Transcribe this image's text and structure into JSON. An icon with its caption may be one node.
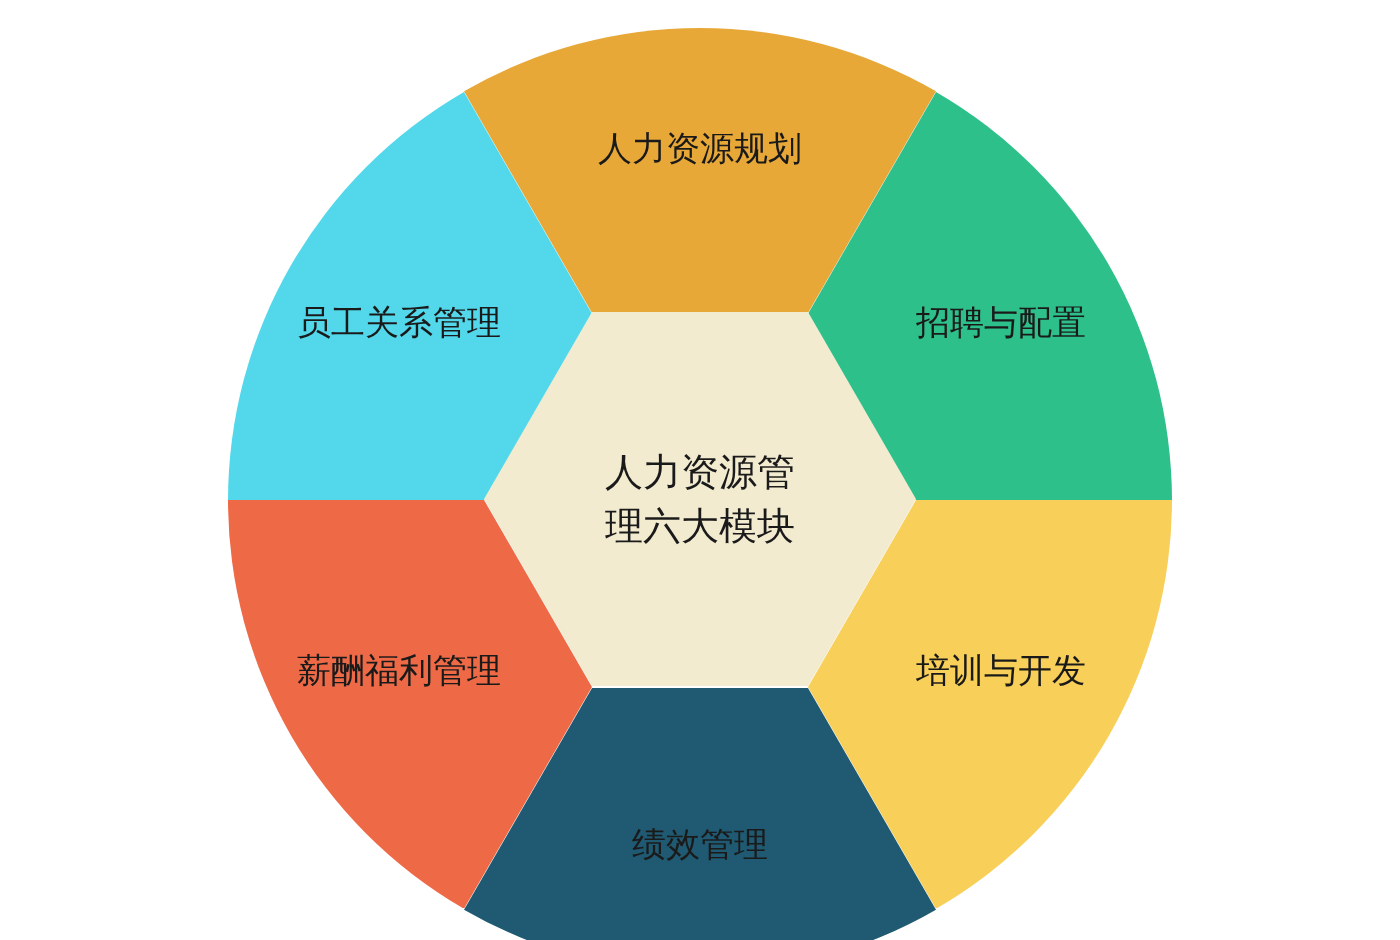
{
  "diagram": {
    "nodes": [
      {
        "text": [
          "人力资源规划"
        ]
      },
      {
        "text": [
          "员工关系管理"
        ]
      },
      {
        "text": [
          "招聘与配置"
        ]
      },
      {
        "text": [
          "人力资源管理六大模块"
        ]
      },
      {
        "text": [
          "薪酬福利管理"
        ]
      },
      {
        "text": [
          "培训与开发"
        ]
      },
      {
        "text": [
          "绩效管理"
        ]
      }
    ]
  }
}
